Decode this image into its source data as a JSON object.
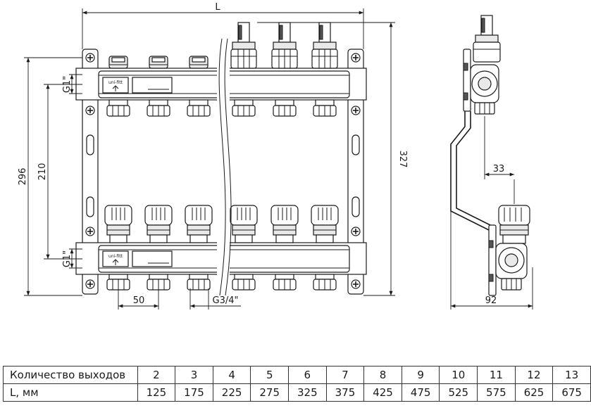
{
  "drawing": {
    "dim_L": "L",
    "dim_296": "296",
    "dim_210": "210",
    "dim_327": "327",
    "dim_g1_top": "G1\"",
    "dim_g1_bottom": "G1\"",
    "dim_50": "50",
    "dim_g34": "G3/4\"",
    "dim_33": "33",
    "dim_92": "92",
    "brand": "uni-fitt"
  },
  "table": {
    "header_label": "Количество выходов",
    "row_label": "L, мм",
    "outlets": [
      "2",
      "3",
      "4",
      "5",
      "6",
      "7",
      "8",
      "9",
      "10",
      "11",
      "12",
      "13"
    ],
    "lengths": [
      "125",
      "175",
      "225",
      "275",
      "325",
      "375",
      "425",
      "475",
      "525",
      "575",
      "625",
      "675"
    ]
  }
}
